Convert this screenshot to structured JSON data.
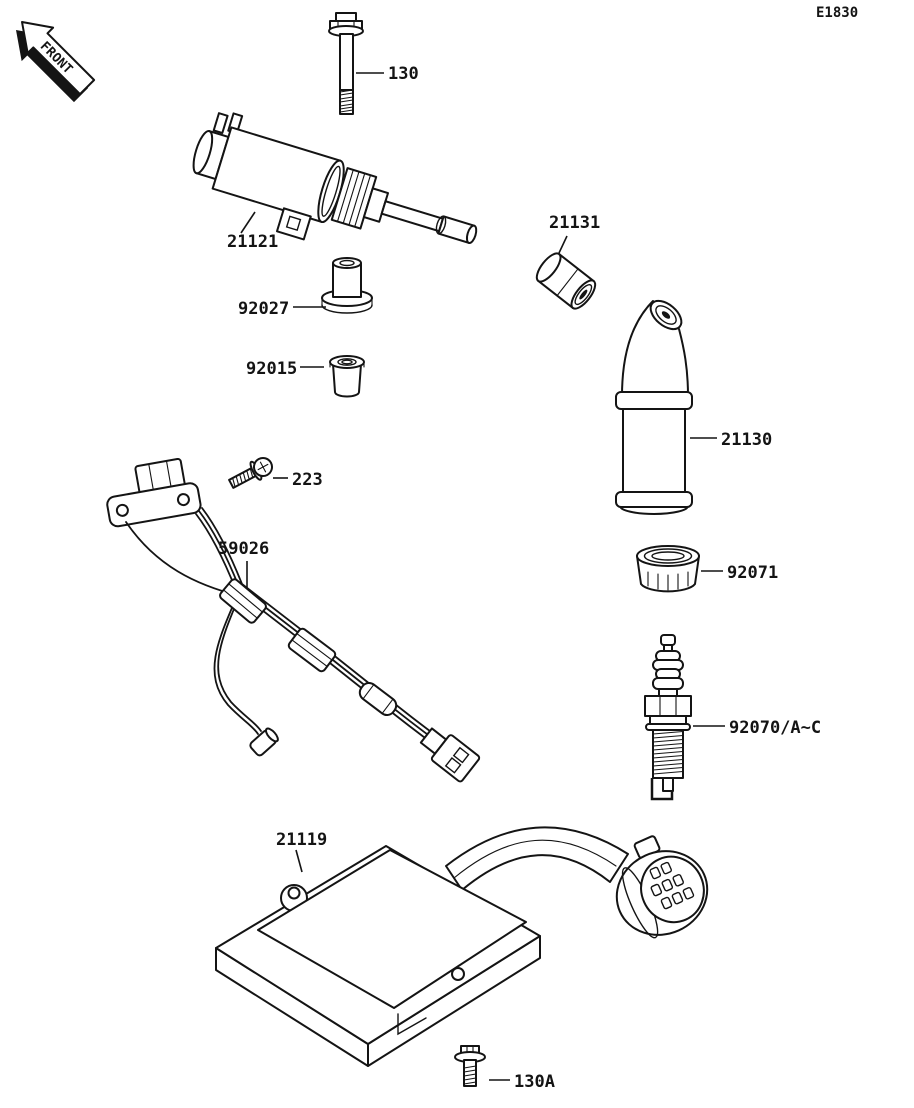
{
  "page": {
    "diagram_code": "E1830"
  },
  "front_arrow": {
    "label": "FRONT"
  },
  "part_labels": {
    "bolt": "130",
    "ignition_coil": "21121",
    "grommet": "92027",
    "bushing": "92015",
    "terminal_nut": "21131",
    "plug_cap": "21130",
    "screw": "223",
    "lead_wire": "59026",
    "cap_seal": "92071",
    "spark_plug": "92070/A~C",
    "igniter": "21119",
    "bolt_a": "130A"
  }
}
